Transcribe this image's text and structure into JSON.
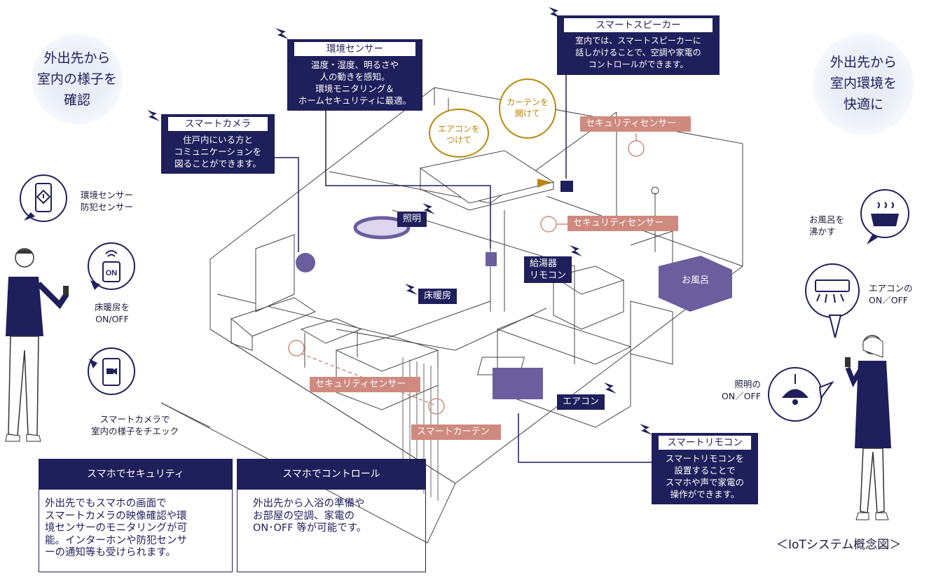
{
  "left_circle": {
    "lines": [
      "外出先から",
      "室内の様子を",
      "確認"
    ]
  },
  "right_circle": {
    "lines": [
      "外出先から",
      "室内環境を",
      "快適に"
    ]
  },
  "callouts": {
    "env_sensor": {
      "title": "環境センサー",
      "lines": [
        "温度・湿度、明るさや",
        "人の動きを感知。",
        "環境モニタリング＆",
        "ホームセキュリティに最適。"
      ]
    },
    "smart_camera": {
      "title": "スマートカメラ",
      "lines": [
        "住戸内にいる方と",
        "コミュニケーションを",
        "図ることができます。"
      ]
    },
    "smart_speaker": {
      "title": "スマートスピーカー",
      "lines": [
        "室内では、スマートスピーカーに",
        "話しかけることで、空調や家電の",
        "コントロールができます。"
      ]
    },
    "smart_remote": {
      "title": "スマートリモコン",
      "lines": [
        "スマートリモコンを",
        "設置することで",
        "スマホや声で家電の",
        "操作ができます。"
      ]
    }
  },
  "bubbles": {
    "aircon_on": [
      "エアコンを",
      "つけて"
    ],
    "curtain_open": [
      "カーテンを",
      "開けて"
    ]
  },
  "tags": {
    "security_1": "セキュリティセンサー",
    "security_2": "セキュリティセンサー",
    "security_3": "セキュリティセンサー",
    "lighting": "照明",
    "floor_heating": "床暖房",
    "water_heater": [
      "給湯器",
      "リモコン"
    ],
    "bath": "お風呂",
    "aircon": "エアコン",
    "smart_curtain": "スマートカーテン"
  },
  "left_icons": {
    "sensor_label": [
      "環境センサー",
      "防犯センサー"
    ],
    "floor_label": [
      "床暖房を",
      "ON/OFF"
    ],
    "on_text": "ON",
    "camera_label": [
      "スマートカメラで",
      "室内の様子をチエック"
    ]
  },
  "right_icons": {
    "bath_label": [
      "お風呂を",
      "沸かす"
    ],
    "aircon_label": [
      "エアコンの",
      "ON／OFF"
    ],
    "light_label": [
      "照明の",
      "ON／OFF"
    ]
  },
  "panels": {
    "security": {
      "header": "スマホでセキュリティ",
      "body": [
        "外出先でもスマホの画面で",
        "スマートカメラの映像確認や環",
        "境センサーのモニタリングが可",
        "能。インターホンや防犯センサ",
        "ーの通知等も受けられます。"
      ]
    },
    "control": {
      "header": "スマホでコントロール",
      "body": [
        "外出先から入浴の準備や",
        "お部屋の空調、家電の",
        "ON･OFF 等が可能です。"
      ]
    }
  },
  "caption": "＜IoTシステム概念図＞",
  "colors": {
    "navy": "#1f1f5c",
    "pink": "#cf8a7f",
    "gold": "#b8860b",
    "purple": "#6b5e9e"
  }
}
